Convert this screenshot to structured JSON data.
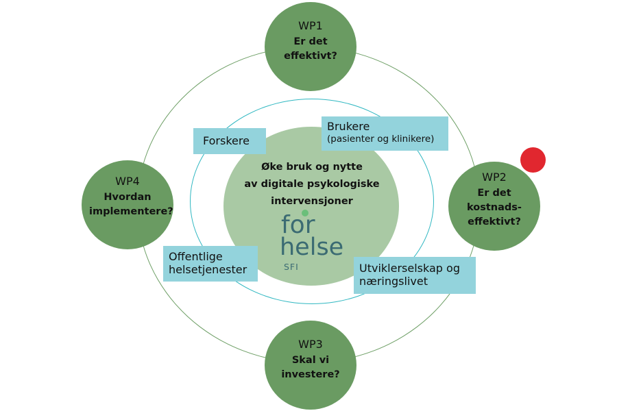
{
  "center": {
    "line1": "Øke bruk og nytte",
    "line2": "av digitale psykologiske",
    "line3": "intervensjoner"
  },
  "logo": {
    "word1": "for",
    "word2": "helse",
    "tag": "SFI",
    "dot_color": "#6abf7a",
    "ring_color": "#17a9b4",
    "text_color": "#3b6b73"
  },
  "work_packages": [
    {
      "title": "WP1",
      "question": "Er det effektivt?"
    },
    {
      "title": "WP2",
      "question": "Er det kostnads-effektivt?"
    },
    {
      "title": "WP3",
      "question": "Skal vi investere?"
    },
    {
      "title": "WP4",
      "question": "Hvordan implementere?"
    }
  ],
  "stakeholders": {
    "forskere": "Forskere",
    "brukere": "Brukere",
    "brukere_sub": "(pasienter og klinikere)",
    "offentlige_1": "Offentlige",
    "offentlige_2": "helsetjenester",
    "utvikler_1": "Utviklerselskap og",
    "utvikler_2": "næringslivet"
  },
  "colors": {
    "wp_green": "#6a9b62",
    "core_green": "#a9c9a4",
    "box_blue": "#93d3dc",
    "outer_ring": "#6e9f66",
    "inner_ring": "#2fb7c1",
    "marker_red": "#e1272f"
  }
}
